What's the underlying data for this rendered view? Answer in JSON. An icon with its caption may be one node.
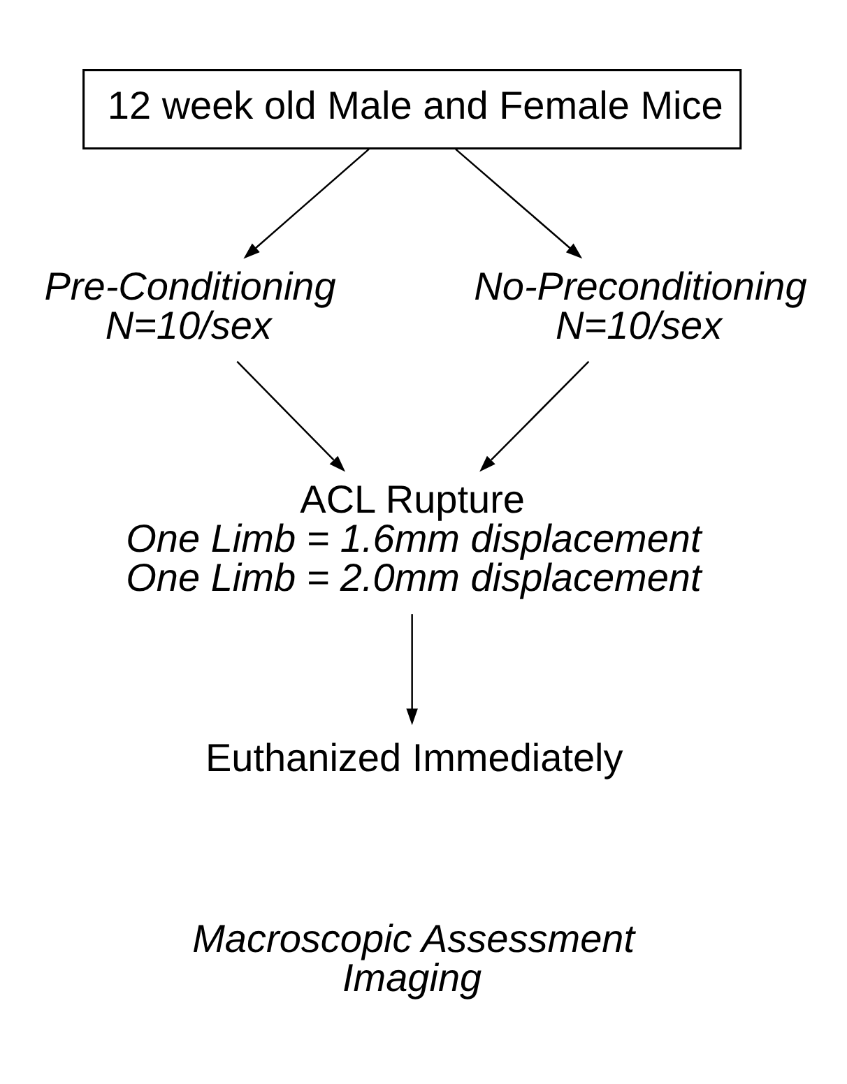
{
  "diagram": {
    "nodes": [
      {
        "text": [
          "12 week old Male and Female Mice"
        ]
      },
      {
        "text": [
          "Pre-Conditioning",
          "N=10/sex"
        ]
      },
      {
        "text": [
          "No-Preconditioning",
          "N=10/sex"
        ]
      },
      {
        "text": [
          "ACL Rupture",
          "One Limb = 1.6mm displacement",
          "One Limb = 2.0mm displacement"
        ]
      },
      {
        "text": [
          "Euthanized Immediately"
        ]
      }
    ],
    "edges": [
      {
        "from": 0,
        "to": 1,
        "arrow": "to"
      },
      {
        "from": 0,
        "to": 2,
        "arrow": "to"
      },
      {
        "from": 1,
        "to": 3,
        "arrow": "to"
      },
      {
        "from": 2,
        "to": 3,
        "arrow": "to"
      },
      {
        "from": 3,
        "to": 4,
        "arrow": "to"
      }
    ],
    "labels": [
      "Macroscopic Assessment",
      "Imaging"
    ]
  }
}
